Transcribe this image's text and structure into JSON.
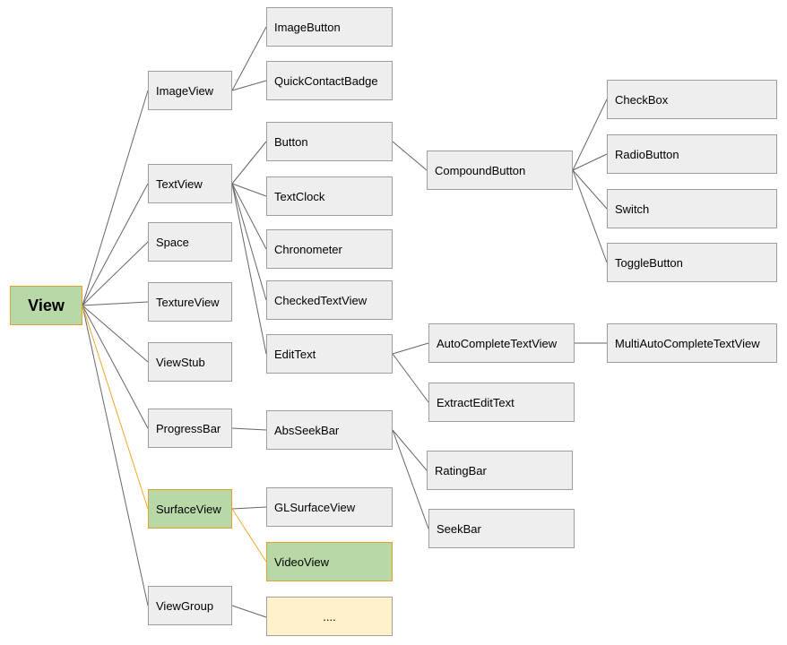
{
  "nodes": {
    "view": "View",
    "image_view": "ImageView",
    "image_button": "ImageButton",
    "quick_contact_badge": "QuickContactBadge",
    "text_view": "TextView",
    "button": "Button",
    "text_clock": "TextClock",
    "chronometer": "Chronometer",
    "checked_text_view": "CheckedTextView",
    "edit_text": "EditText",
    "compound_button": "CompoundButton",
    "check_box": "CheckBox",
    "radio_button": "RadioButton",
    "switch": "Switch",
    "toggle_button": "ToggleButton",
    "auto_complete_text_view": "AutoCompleteTextView",
    "multi_auto_complete_text_view": "MultiAutoCompleteTextView",
    "extract_edit_text": "ExtractEditText",
    "space": "Space",
    "texture_view": "TextureView",
    "view_stub": "ViewStub",
    "progress_bar": "ProgressBar",
    "abs_seek_bar": "AbsSeekBar",
    "rating_bar": "RatingBar",
    "seek_bar": "SeekBar",
    "surface_view": "SurfaceView",
    "gl_surface_view": "GLSurfaceView",
    "video_view": "VideoView",
    "view_group": "ViewGroup",
    "ellipsis": "...."
  },
  "colors": {
    "node_fill": "#eeeeee",
    "node_border": "#9e9e9e",
    "highlight_fill": "#b9d8a8",
    "highlight_border": "#e2a22a",
    "placeholder_fill": "#fff1cc",
    "edge": "#666666",
    "highlight_edge": "#f0a830"
  }
}
